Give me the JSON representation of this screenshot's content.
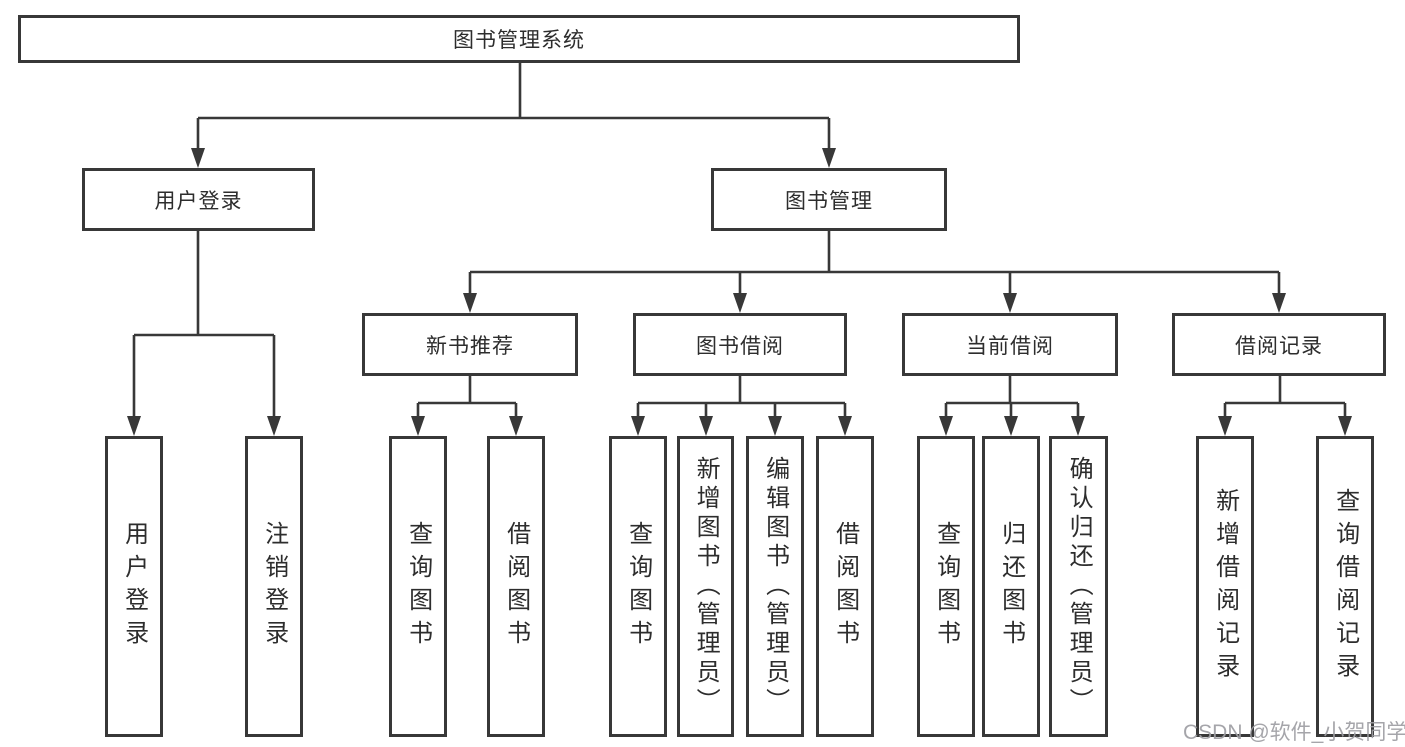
{
  "diagram": {
    "title": "图书管理系统",
    "branches": [
      {
        "label": "用户登录",
        "children": [
          "用户登录",
          "注销登录"
        ]
      },
      {
        "label": "图书管理",
        "children": [
          {
            "label": "新书推荐",
            "children": [
              "查询图书",
              "借阅图书"
            ]
          },
          {
            "label": "图书借阅",
            "children": [
              "查询图书",
              "新增图书（管理员）",
              "编辑图书（管理员）",
              "借阅图书"
            ]
          },
          {
            "label": "当前借阅",
            "children": [
              "查询图书",
              "归还图书",
              "确认归还（管理员）"
            ]
          },
          {
            "label": "借阅记录",
            "children": [
              "新增借阅记录",
              "查询借阅记录"
            ]
          }
        ]
      }
    ]
  },
  "watermark": {
    "text": "CSDN @软件_小贺同学"
  },
  "colors": {
    "line": "#383838",
    "text": "#2d2d2d",
    "background": "#ffffff",
    "watermark": "#9e9ea3"
  }
}
